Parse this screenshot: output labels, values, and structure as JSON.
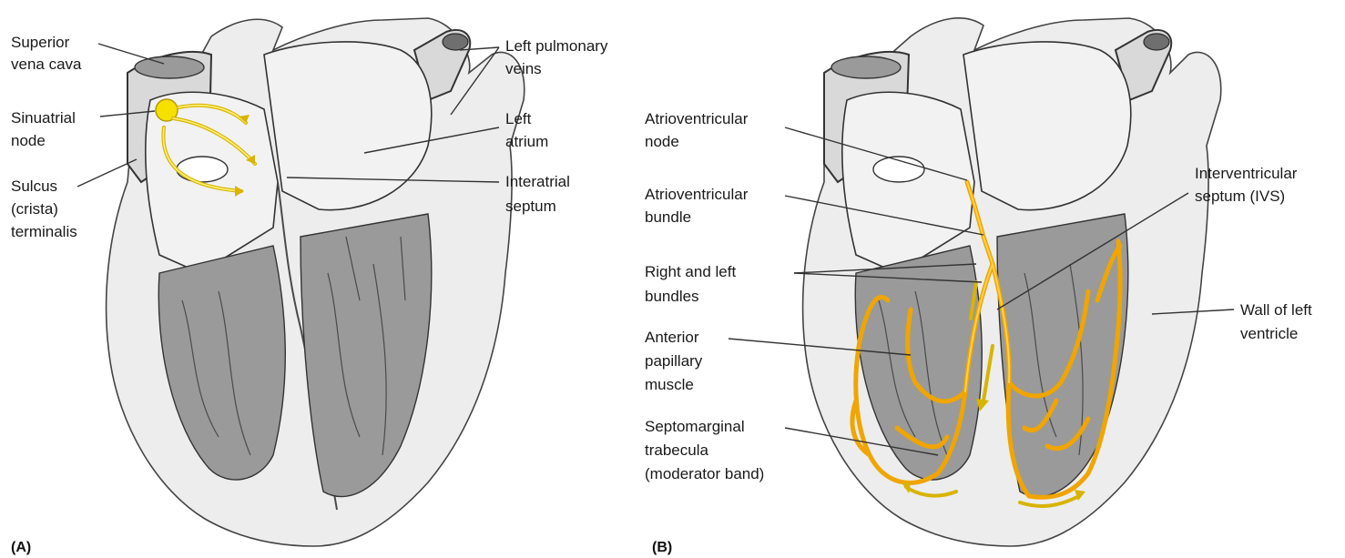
{
  "panels": [
    {
      "id": "A",
      "tag": "(A)",
      "labels": [
        "Superior vena cava",
        "Sinuatrial node",
        "Sulcus (crista) terminalis",
        "Left pulmonary veins",
        "Left atrium",
        "Interatrial septum"
      ]
    },
    {
      "id": "B",
      "tag": "(B)",
      "labels": [
        "Atrioventricular node",
        "Atrioventricular bundle",
        "Right and left bundles",
        "Anterior papillary muscle",
        "Septomarginal trabecula (moderator band)",
        "Interventricular septum (IVS)",
        "Wall of left ventricle"
      ]
    }
  ],
  "text": {
    "a_svc_1": "Superior",
    "a_svc_2": "vena cava",
    "a_san_1": "Sinuatrial",
    "a_san_2": "node",
    "a_sulcus_1": "Sulcus",
    "a_sulcus_2": "(crista)",
    "a_sulcus_3": "terminalis",
    "a_lpv_1": "Left pulmonary",
    "a_lpv_2": "veins",
    "a_la_1": "Left",
    "a_la_2": "atrium",
    "a_ias_1": "Interatrial",
    "a_ias_2": "septum",
    "b_avn_1": "Atrioventricular",
    "b_avn_2": "node",
    "b_avb_1": "Atrioventricular",
    "b_avb_2": "bundle",
    "b_rlb_1": "Right and left",
    "b_rlb_2": "bundles",
    "b_apm_1": "Anterior",
    "b_apm_2": "papillary",
    "b_apm_3": "muscle",
    "b_smt_1": "Septomarginal",
    "b_smt_2": "trabecula",
    "b_smt_3": "(moderator band)",
    "b_ivs_1": "Interventricular",
    "b_ivs_2": "septum (IVS)",
    "b_wlv_1": "Wall of left",
    "b_wlv_2": "ventricle",
    "tag_a": "(A)",
    "tag_b": "(B)"
  },
  "colors": {
    "conduction": "#f0a500",
    "sa_node": "#f5e000",
    "tissue": "#d9d9d9",
    "background": "#ffffff"
  }
}
